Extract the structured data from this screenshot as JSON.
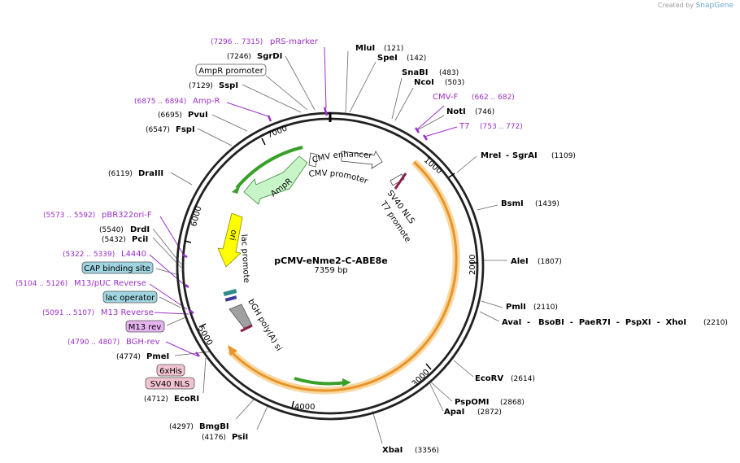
{
  "credit": {
    "prefix": "Created by",
    "brand": "SnapGene"
  },
  "plasmid": {
    "name": "pCMV-eNme2-C-ABE8e",
    "length_label": "7359 bp",
    "length": 7359
  },
  "ticks": [
    "1000",
    "2000",
    "3000",
    "4000",
    "5000",
    "6000",
    "7000"
  ],
  "enzymes": [
    {
      "name": "MluI",
      "pos": "(121)"
    },
    {
      "name": "SpeI",
      "pos": "(142)"
    },
    {
      "name": "SnaBI",
      "pos": "(483)"
    },
    {
      "name": "NcoI",
      "pos": "(503)"
    },
    {
      "name": "NotI",
      "pos": "(746)"
    },
    {
      "name": "MreI",
      "name2": "SgrAI",
      "pos": "(1109)"
    },
    {
      "name": "BsmI",
      "pos": "(1439)"
    },
    {
      "name": "AleI",
      "pos": "(1807)"
    },
    {
      "name": "PmlI",
      "pos": "(2110)"
    },
    {
      "name": "AvaI",
      "names_rest": "BsoBI  -  PaeR7I  -  PspXI  -  XhoI",
      "pos": "(2210)"
    },
    {
      "name": "EcoRV",
      "pos": "(2614)"
    },
    {
      "name": "PspOMI",
      "pos": "(2868)"
    },
    {
      "name": "ApaI",
      "pos": "(2872)"
    },
    {
      "name": "XbaI",
      "pos": "(3356)"
    },
    {
      "name": "PsiI",
      "pos": "(4176)"
    },
    {
      "name": "BmgBI",
      "pos": "(4297)"
    },
    {
      "name": "EcoRI",
      "pos": "(4712)"
    },
    {
      "name": "PmeI",
      "pos": "(4774)"
    },
    {
      "name": "PciI",
      "pos": "(5432)"
    },
    {
      "name": "DrdI",
      "pos": "(5540)"
    },
    {
      "name": "DraIII",
      "pos": "(6119)"
    },
    {
      "name": "FspI",
      "pos": "(6547)"
    },
    {
      "name": "PvuI",
      "pos": "(6695)"
    },
    {
      "name": "SspI",
      "pos": "(7129)"
    },
    {
      "name": "SgrDI",
      "pos": "(7246)"
    }
  ],
  "primers": [
    {
      "name": "pRS-marker",
      "pos": "(7296 .. 7315)"
    },
    {
      "name": "Amp-R",
      "pos": "(6875 .. 6894)"
    },
    {
      "name": "CMV-F",
      "pos": "(662 .. 682)"
    },
    {
      "name": "T7",
      "pos": "(753 .. 772)"
    },
    {
      "name": "pBR322ori-F",
      "pos": "(5573 .. 5592)"
    },
    {
      "name": "L4440",
      "pos": "(5322 .. 5339)"
    },
    {
      "name": "M13/pUC Reverse",
      "pos": "(5104 .. 5126)"
    },
    {
      "name": "M13 Reverse",
      "pos": "(5091 .. 5107)"
    },
    {
      "name": "BGH-rev",
      "pos": "(4790 .. 4807)"
    }
  ],
  "boxed_features": [
    {
      "name": "AmpR promoter",
      "style": "white"
    },
    {
      "name": "CAP binding site",
      "style": "teal"
    },
    {
      "name": "lac operator",
      "style": "teal"
    },
    {
      "name": "M13 rev",
      "style": "purple"
    },
    {
      "name": "6xHis",
      "style": "pink"
    },
    {
      "name": "SV40 NLS",
      "style": "pink"
    }
  ],
  "inner_features": [
    "CMV enhancer",
    "CMV promoter",
    "SV40 NLS",
    "T7 promoter",
    "AmpR",
    "ori",
    "lac promoter",
    "bGH poly(A) signal"
  ],
  "colors": {
    "primer": "#9b2fc9",
    "backbone": "#222222",
    "cds_orange": "#f0a030",
    "ampr_green": "#c8f5c8",
    "ori_yellow": "#ffff00",
    "teal_box": "#9fd5e0",
    "purple_box": "#e6b3f0",
    "pink_box": "#f2c4d2"
  }
}
